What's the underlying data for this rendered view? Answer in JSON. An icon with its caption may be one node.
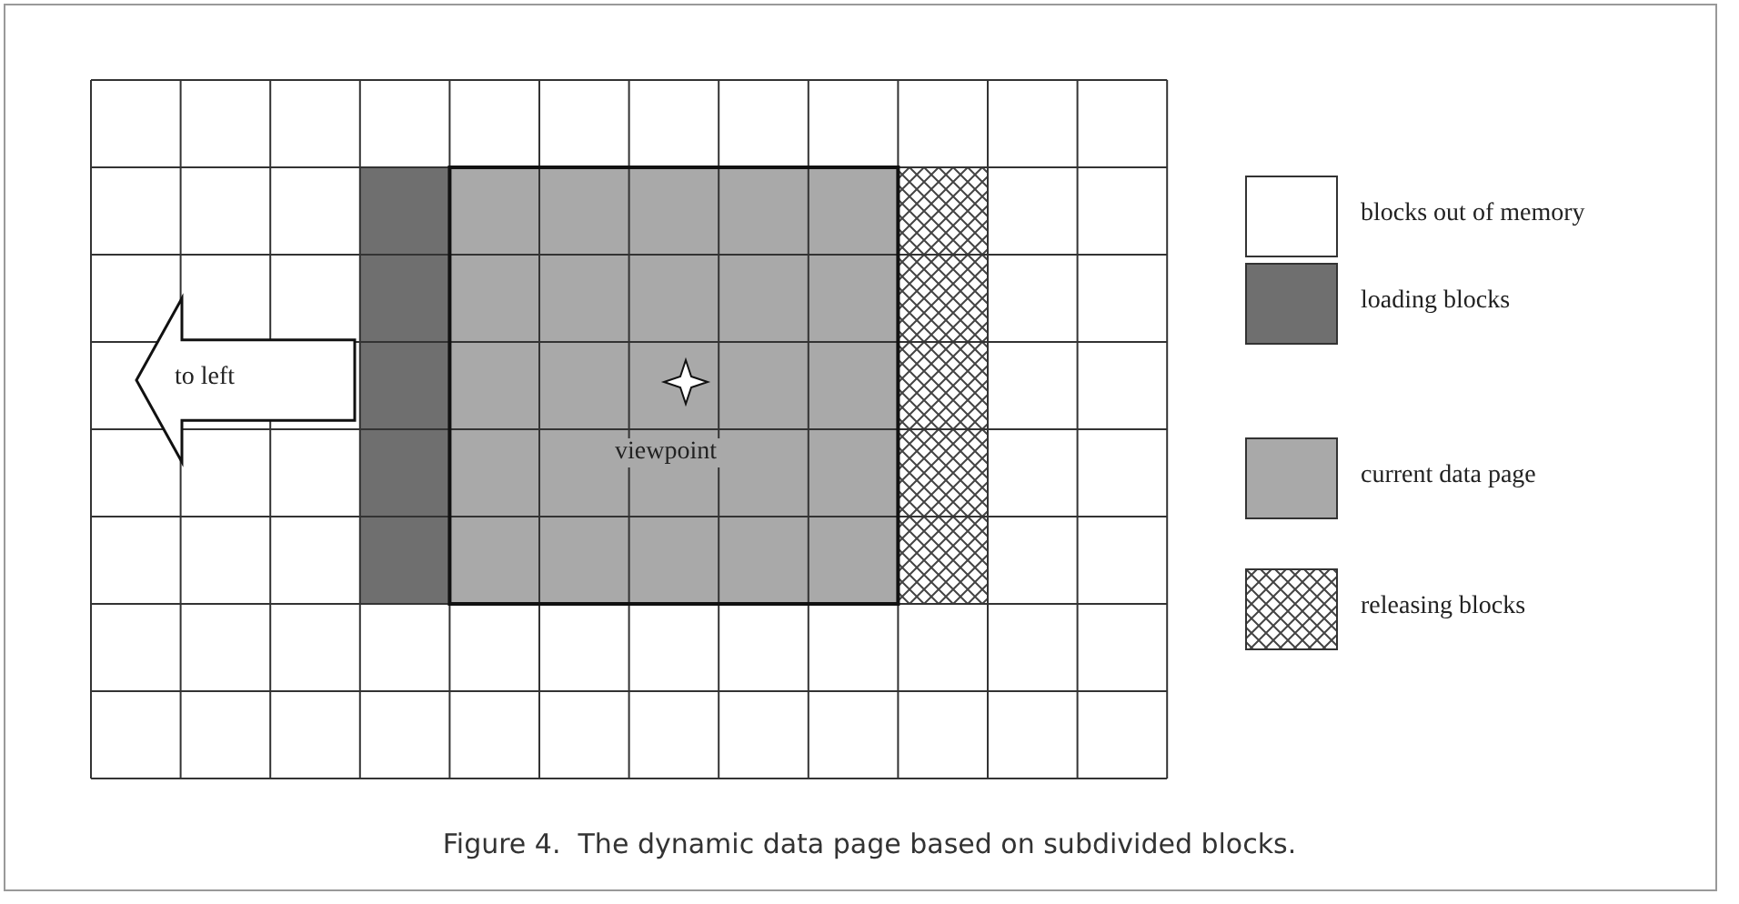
{
  "diagram": {
    "caption": "Figure 4.  The dynamic data page based on subdivided blocks.",
    "nodes": [
      {
        "text": [
          "to left"
        ]
      }
    ],
    "labels": [
      "viewpoint"
    ],
    "legend": [
      {
        "text": "blocks out of memory",
        "color": "#ffffff"
      },
      {
        "text": "loading blocks",
        "color": "#6f6f6f"
      },
      {
        "text": "current data page",
        "color": "#a9a9a9"
      },
      {
        "text": "releasing blocks"
      }
    ]
  }
}
